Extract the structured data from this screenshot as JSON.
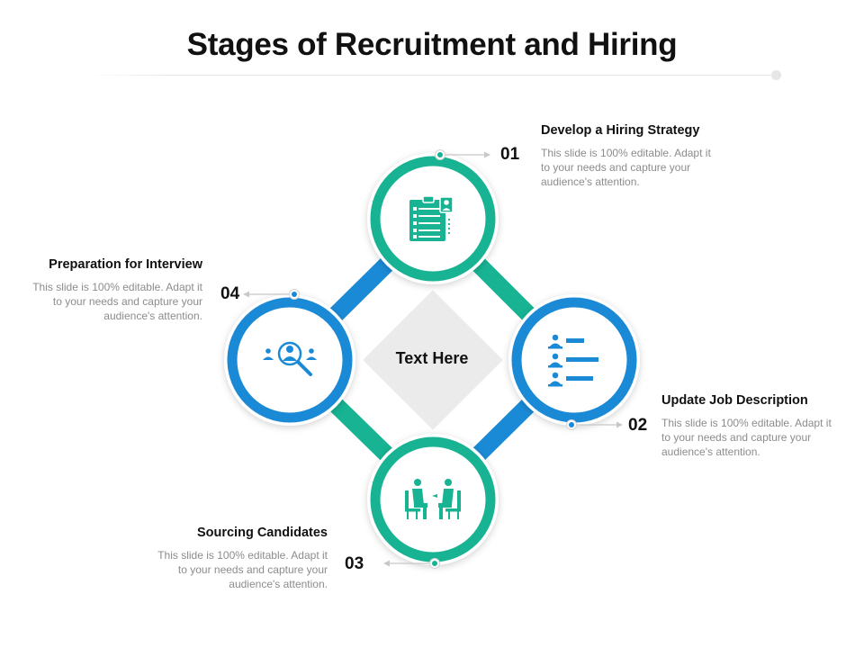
{
  "title": "Stages of Recruitment and Hiring",
  "center_text": "Text Here",
  "colors": {
    "teal": "#17b392",
    "blue": "#1a8ad6",
    "diamond": "#ebebeb",
    "text": "#111111",
    "muted": "#8c8c8c"
  },
  "stages": [
    {
      "number": "01",
      "heading": "Develop a Hiring Strategy",
      "description": "This slide is 100% editable. Adapt it to your needs and capture your audience's attention.",
      "icon": "clipboard-profile-icon",
      "color": "teal"
    },
    {
      "number": "02",
      "heading": "Update Job Description",
      "description": "This slide is 100% editable. Adapt it to your needs and capture your audience's attention.",
      "icon": "candidate-list-icon",
      "color": "blue"
    },
    {
      "number": "03",
      "heading": "Sourcing Candidates",
      "description": "This slide is 100% editable. Adapt it to your needs and capture your audience's attention.",
      "icon": "interview-people-icon",
      "color": "teal"
    },
    {
      "number": "04",
      "heading": "Preparation for Interview",
      "description": "This slide is 100% editable. Adapt it to your needs and capture your audience's attention.",
      "icon": "search-candidate-icon",
      "color": "blue"
    }
  ]
}
